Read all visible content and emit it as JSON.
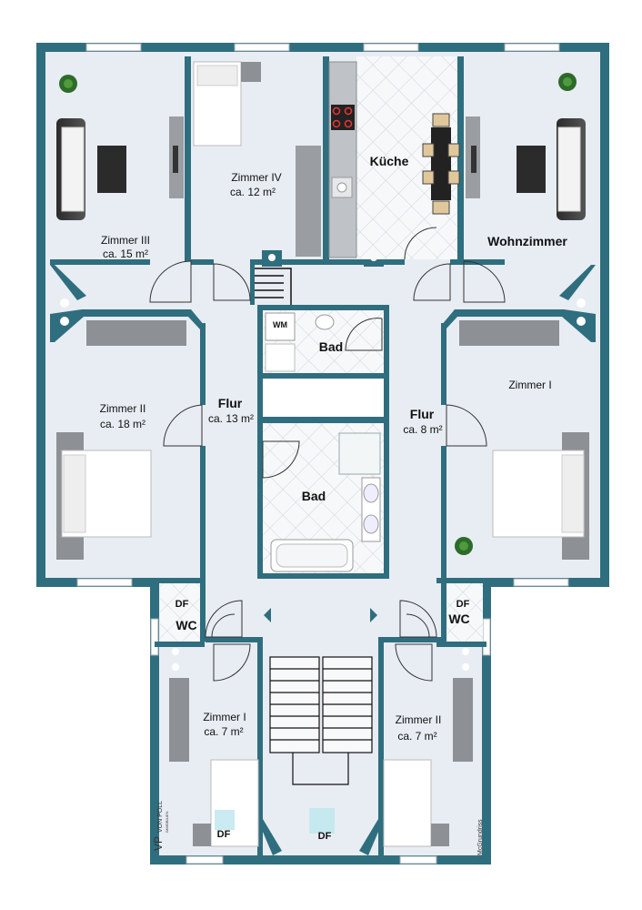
{
  "rooms": {
    "zimmer3": {
      "name": "Zimmer III",
      "area": "ca. 15 m²"
    },
    "zimmer4": {
      "name": "Zimmer  IV",
      "area": "ca. 12 m²"
    },
    "kueche": {
      "name": "Küche"
    },
    "wohnzimmer": {
      "name": "Wohnzimmer"
    },
    "zimmer2": {
      "name": "Zimmer II",
      "area": "ca. 18 m²"
    },
    "flur_left": {
      "name": "Flur",
      "area": "ca. 13 m²"
    },
    "flur_right": {
      "name": "Flur",
      "area": "ca. 8 m²"
    },
    "zimmer1": {
      "name": "Zimmer I"
    },
    "bad_top": {
      "name": "Bad",
      "wm": "WM"
    },
    "bad_mid": {
      "name": "Bad"
    },
    "wc_left": {
      "name": "WC",
      "df": "DF"
    },
    "wc_right": {
      "name": "WC",
      "df": "DF"
    },
    "lower_zimmer1": {
      "name": "Zimmer I",
      "area": "ca. 7 m²",
      "df": "DF"
    },
    "lower_zimmer2": {
      "name": "Zimmer II",
      "area": "ca. 7 m²"
    },
    "stair_df": {
      "df": "DF"
    }
  },
  "branding": {
    "logo": "VP",
    "company": "VON POLL",
    "tagline": "IMMOBILIEN",
    "credit": "McGrundriss"
  },
  "colors": {
    "wall": "#2f6e7e",
    "floor": "#e8edf3",
    "tile": "#f4f6f9",
    "furniture": "#888c90"
  }
}
